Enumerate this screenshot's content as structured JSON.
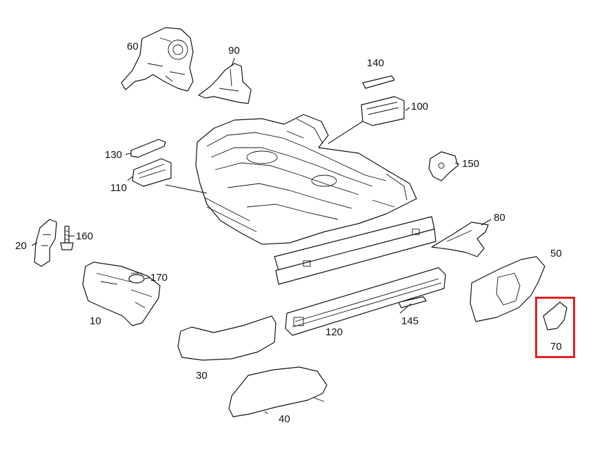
{
  "callouts": {
    "p60": "60",
    "p90": "90",
    "p140": "140",
    "p100": "100",
    "p130": "130",
    "p110": "110",
    "p150": "150",
    "p20": "20",
    "p160": "160",
    "p80": "80",
    "p50": "50",
    "p170": "170",
    "p10": "10",
    "p145": "145",
    "p120": "120",
    "p70": "70",
    "p30": "30",
    "p40": "40"
  },
  "highlight": {
    "part": "70",
    "color": "#e0201e"
  }
}
